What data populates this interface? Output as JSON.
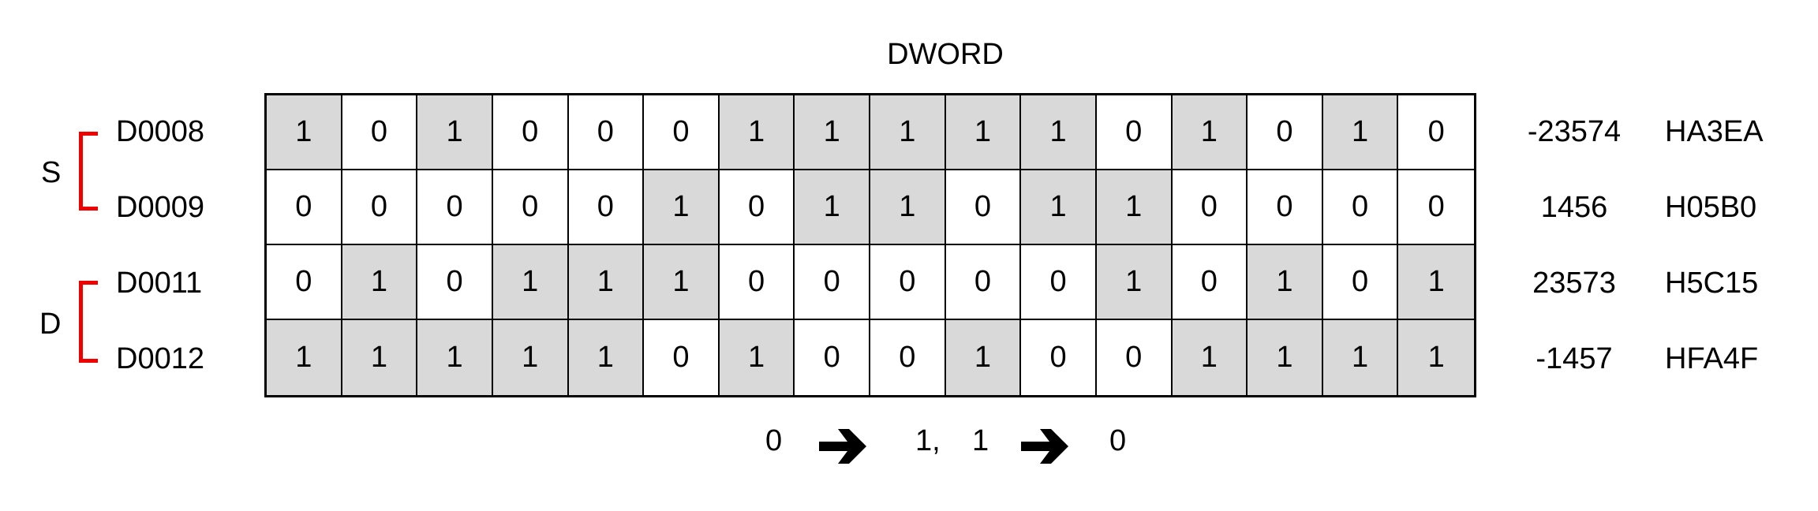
{
  "title": "DWORD",
  "groups": [
    {
      "label": "S",
      "color": "#ee0000"
    },
    {
      "label": "D",
      "color": "#ee0000"
    }
  ],
  "rows": [
    {
      "register": "D0008",
      "bits": [
        1,
        0,
        1,
        0,
        0,
        0,
        1,
        1,
        1,
        1,
        1,
        0,
        1,
        0,
        1,
        0
      ],
      "decimal": "-23574",
      "hex": "HA3EA"
    },
    {
      "register": "D0009",
      "bits": [
        0,
        0,
        0,
        0,
        0,
        1,
        0,
        1,
        1,
        0,
        1,
        1,
        0,
        0,
        0,
        0
      ],
      "decimal": "1456",
      "hex": "H05B0"
    },
    {
      "register": "D0011",
      "bits": [
        0,
        1,
        0,
        1,
        1,
        1,
        0,
        0,
        0,
        0,
        0,
        1,
        0,
        1,
        0,
        1
      ],
      "decimal": "23573",
      "hex": "H5C15"
    },
    {
      "register": "D0012",
      "bits": [
        1,
        1,
        1,
        1,
        1,
        0,
        1,
        0,
        0,
        1,
        0,
        0,
        1,
        1,
        1,
        1
      ],
      "decimal": "-1457",
      "hex": "HFA4F"
    }
  ],
  "legend": {
    "first_from": "0",
    "first_to": "1,",
    "second_from": "1",
    "second_to": "0",
    "arrow_icon": "right-arrow-icon"
  },
  "colors": {
    "bit_on": "#d9d9d9",
    "bit_off": "#ffffff",
    "bracket": "#ee0000"
  }
}
